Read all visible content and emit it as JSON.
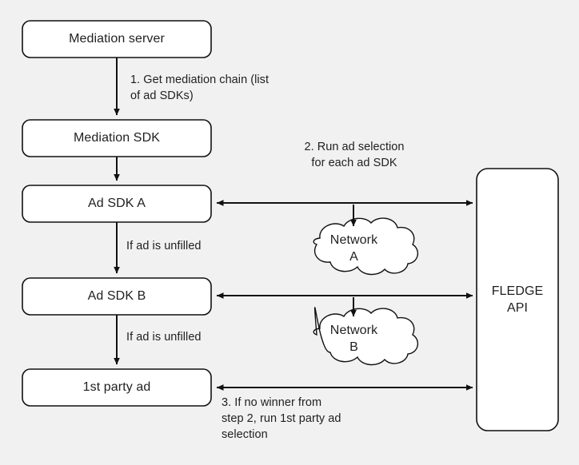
{
  "diagram": {
    "title": "Ad mediation chain with FLEDGE API ad selection",
    "background_color": "#f1f1f1",
    "node_fill": "#ffffff",
    "stroke_color": "#111111",
    "text_color": "#1f1f1f"
  },
  "nodes": {
    "mediation_server": "Mediation server",
    "mediation_sdk": "Mediation SDK",
    "ad_sdk_a": "Ad SDK A",
    "ad_sdk_b": "Ad SDK B",
    "first_party_ad": "1st party ad",
    "fledge_api": "FLEDGE\nAPI",
    "network_a": "Network\nA",
    "network_b": "Network\nB"
  },
  "edge_labels": {
    "step1": "1. Get mediation chain (list\nof ad SDKs)",
    "step2": "2. Run ad selection\nfor each ad SDK",
    "step3": "3. If no winner from\nstep 2, run 1st party ad\nselection",
    "unfilled_a": "If ad is unfilled",
    "unfilled_b": "If ad is unfilled"
  }
}
